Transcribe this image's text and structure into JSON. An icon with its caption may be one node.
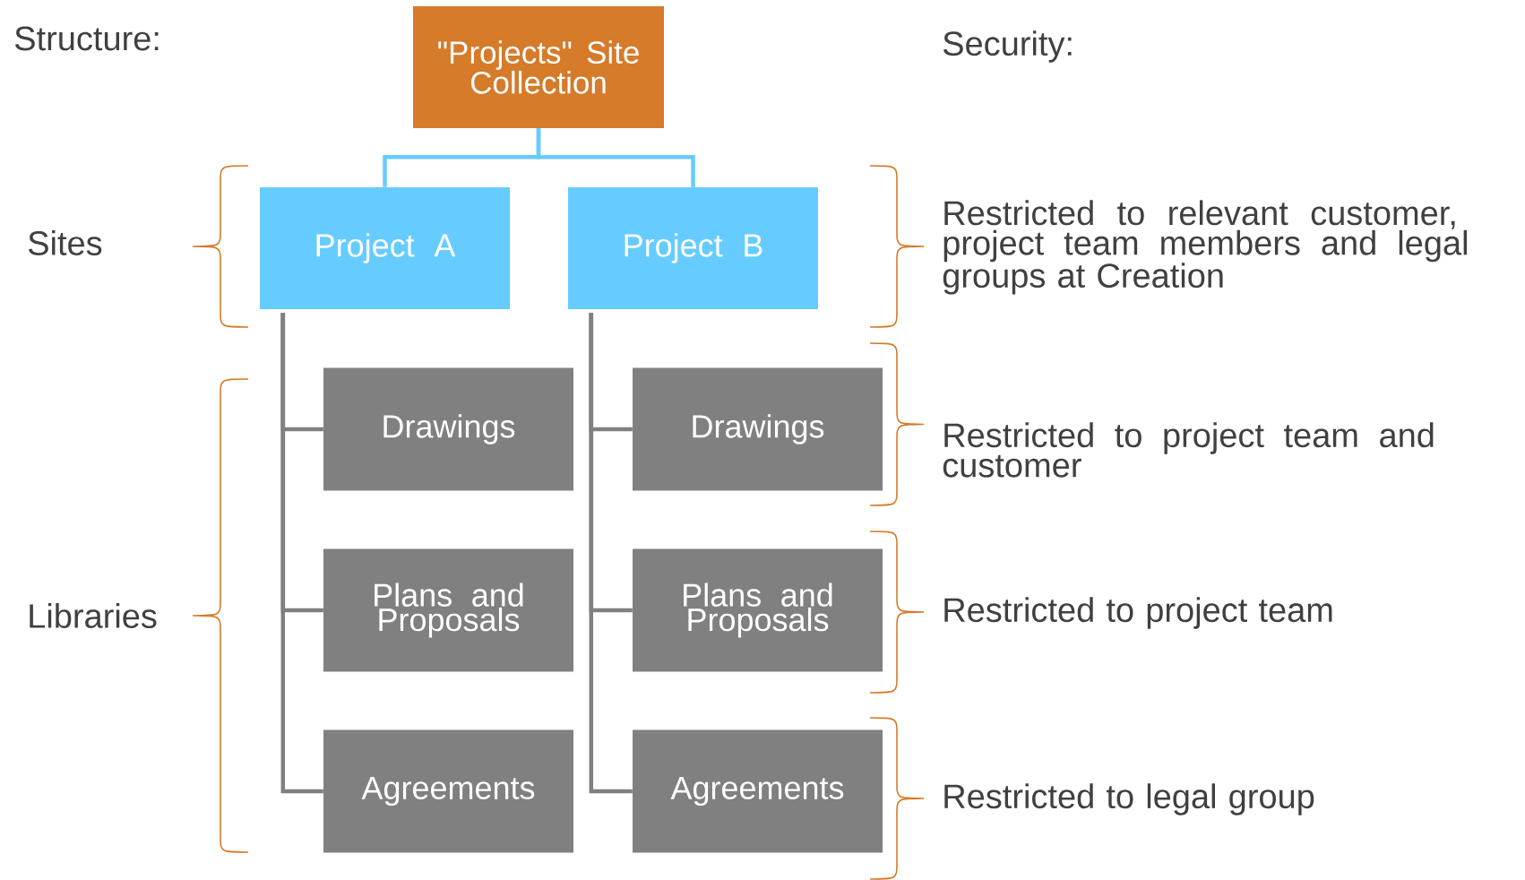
{
  "diagram": {
    "nodes": [
      {
        "text": [
          "\"Projects\" Site Collection"
        ]
      },
      {
        "text": [
          "Project A"
        ]
      },
      {
        "text": [
          "Project B"
        ]
      },
      {
        "text": [
          "Drawings"
        ]
      },
      {
        "text": [
          "Plans and Proposals"
        ]
      },
      {
        "text": [
          "Agreements"
        ]
      },
      {
        "text": [
          "Drawings"
        ]
      },
      {
        "text": [
          "Plans and Proposals"
        ]
      },
      {
        "text": [
          "Agreements"
        ]
      }
    ],
    "edges": [
      {
        "from": 0,
        "to": 1,
        "arrow": "none",
        "color": "#66ccff"
      },
      {
        "from": 0,
        "to": 2,
        "arrow": "none",
        "color": "#66ccff"
      },
      {
        "from": 1,
        "to": 3,
        "arrow": "none"
      },
      {
        "from": 1,
        "to": 4,
        "arrow": "none"
      },
      {
        "from": 1,
        "to": 5,
        "arrow": "none"
      },
      {
        "from": 2,
        "to": 6,
        "arrow": "none"
      },
      {
        "from": 2,
        "to": 7,
        "arrow": "none"
      },
      {
        "from": 2,
        "to": 8,
        "arrow": "none"
      }
    ],
    "labels": [
      "Structure:",
      "Security:",
      "Sites",
      "Restricted to relevant customer, project team members and legal groups at Creation",
      "Restricted to project team and customer",
      "Libraries",
      "Restricted to project team",
      "Restricted to legal group"
    ]
  }
}
